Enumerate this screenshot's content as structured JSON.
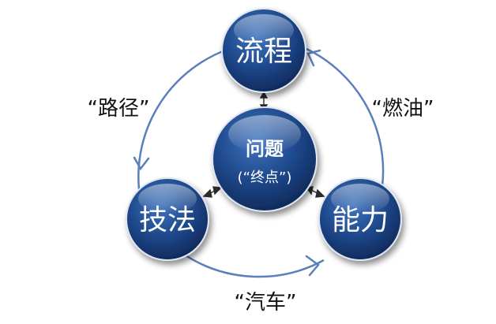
{
  "nodes": {
    "top": {
      "label": "流程"
    },
    "center": {
      "label": "问题",
      "sublabel": "(“终点”)"
    },
    "left": {
      "label": "技法"
    },
    "right": {
      "label": "能力"
    }
  },
  "edge_labels": {
    "left_arc": "“路径”",
    "right_arc": "“燃油”",
    "bottom_arc": "“汽车”"
  },
  "colors": {
    "circle_fill_light": "#3d6fb6",
    "circle_fill_dark": "#0f2c63",
    "arc_stroke": "#5a7fbd",
    "connector": "#2b2b2b",
    "text_dark": "#111111"
  }
}
